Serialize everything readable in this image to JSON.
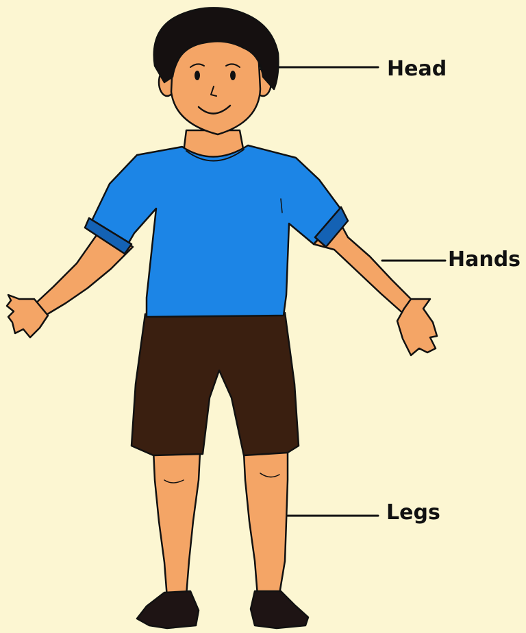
{
  "labels": {
    "head": "Head",
    "hands": "Hands",
    "legs": "Legs"
  },
  "colors": {
    "background": "#fcf6d2",
    "skin": "#f4a566",
    "shirt": "#1c85e6",
    "shirt_shadow": "#1462b4",
    "shorts": "#3a1f10",
    "hair": "#151010",
    "shoes": "#1e1414",
    "outline": "#111111"
  }
}
